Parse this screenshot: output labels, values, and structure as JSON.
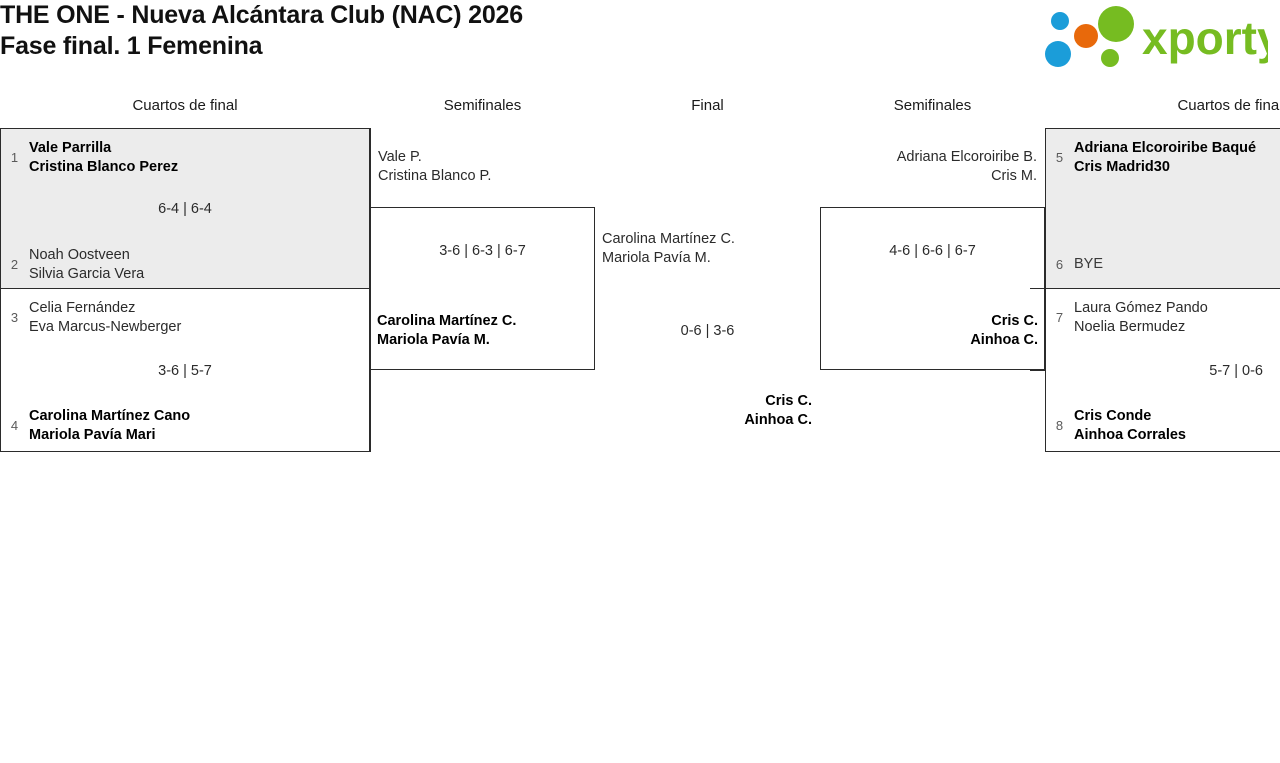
{
  "header": {
    "title_line1": "THE ONE - Nueva Alcántara Club (NAC) 2026",
    "title_line2": "Fase final. 1 Femenina",
    "logo_text": "xporty",
    "logo_colors": {
      "green": "#76bc21",
      "blue": "#1b9dd9",
      "orange": "#e8690b"
    }
  },
  "rounds": [
    {
      "label": "Cuartos de final"
    },
    {
      "label": "Semifinales"
    },
    {
      "label": "Final"
    },
    {
      "label": "Semifinales"
    },
    {
      "label": "Cuartos de final"
    }
  ],
  "bracket": {
    "left_quarterfinals": [
      {
        "top": {
          "seed": "1",
          "player1": "Vale Parrilla",
          "player2": "Cristina Blanco Perez",
          "winner": true
        },
        "bottom": {
          "seed": "2",
          "player1": "Noah Oostveen",
          "player2": "Silvia Garcia Vera",
          "winner": false
        },
        "score": "6-4 | 6-4"
      },
      {
        "top": {
          "seed": "3",
          "player1": "Celia Fernández",
          "player2": "Eva Marcus-Newberger",
          "winner": false
        },
        "bottom": {
          "seed": "4",
          "player1": "Carolina Martínez Cano",
          "player2": "Mariola Pavía Mari",
          "winner": true
        },
        "score": "3-6 | 5-7"
      }
    ],
    "left_semifinal": {
      "top": {
        "player1": "Vale P.",
        "player2": "Cristina Blanco P.",
        "winner": false
      },
      "bottom": {
        "player1": "Carolina Martínez C.",
        "player2": "Mariola Pavía M.",
        "winner": true
      },
      "score": "3-6 | 6-3 | 6-7"
    },
    "final": {
      "top": {
        "player1": "Carolina Martínez C.",
        "player2": "Mariola Pavía M.",
        "winner": false
      },
      "bottom": {
        "player1": "Cris C.",
        "player2": "Ainhoa C.",
        "winner": true
      },
      "score": "0-6 | 3-6"
    },
    "right_semifinal": {
      "top": {
        "player1": "Adriana Elcoroiribe B.",
        "player2": "Cris M.",
        "winner": false
      },
      "bottom": {
        "player1": "Cris C.",
        "player2": "Ainhoa C.",
        "winner": true
      },
      "score": "4-6 | 6-6 | 6-7"
    },
    "right_quarterfinals": [
      {
        "top": {
          "seed": "5",
          "player1": "Adriana Elcoroiribe Baqué",
          "player2": "Cris Madrid30",
          "winner": true
        },
        "bottom": {
          "seed": "6",
          "player1": "BYE",
          "player2": "",
          "winner": false,
          "bye": true
        },
        "score": ""
      },
      {
        "top": {
          "seed": "7",
          "player1": "Laura Gómez Pando",
          "player2": "Noelia Bermudez",
          "winner": false
        },
        "bottom": {
          "seed": "8",
          "player1": "Cris Conde",
          "player2": "Ainhoa Corrales",
          "winner": true
        },
        "score": "5-7 | 0-6"
      }
    ]
  }
}
